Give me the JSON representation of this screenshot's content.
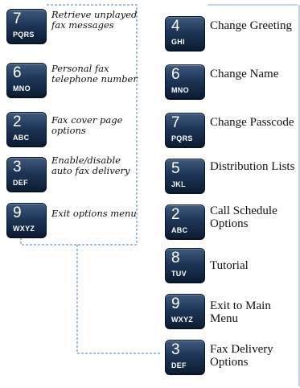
{
  "fax_menu": {
    "items": [
      {
        "digit": "7",
        "letters": "PQRS",
        "label": "Retrieve unplayed fax messages"
      },
      {
        "digit": "6",
        "letters": "MNO",
        "label": "Personal fax telephone number"
      },
      {
        "digit": "2",
        "letters": "ABC",
        "label": "Fax cover page options"
      },
      {
        "digit": "3",
        "letters": "DEF",
        "label": "Enable/disable auto fax delivery"
      },
      {
        "digit": "9",
        "letters": "WXYZ",
        "label": "Exit options menu"
      }
    ]
  },
  "options_menu": {
    "items": [
      {
        "digit": "4",
        "letters": "GHI",
        "label": "Change Greeting"
      },
      {
        "digit": "6",
        "letters": "MNO",
        "label": "Change Name"
      },
      {
        "digit": "7",
        "letters": "PQRS",
        "label": "Change Passcode"
      },
      {
        "digit": "5",
        "letters": "JKL",
        "label": "Distribution Lists"
      },
      {
        "digit": "2",
        "letters": "ABC",
        "label": "Call Schedule Options"
      },
      {
        "digit": "8",
        "letters": "TUV",
        "label": "Tutorial"
      },
      {
        "digit": "9",
        "letters": "WXYZ",
        "label": "Exit to Main Menu"
      },
      {
        "digit": "3",
        "letters": "DEF",
        "label": "Fax Delivery Options"
      }
    ]
  },
  "colors": {
    "connector": "#4a7fb0",
    "key_top": "#3f5a7d",
    "key_bottom": "#0c1c33"
  }
}
